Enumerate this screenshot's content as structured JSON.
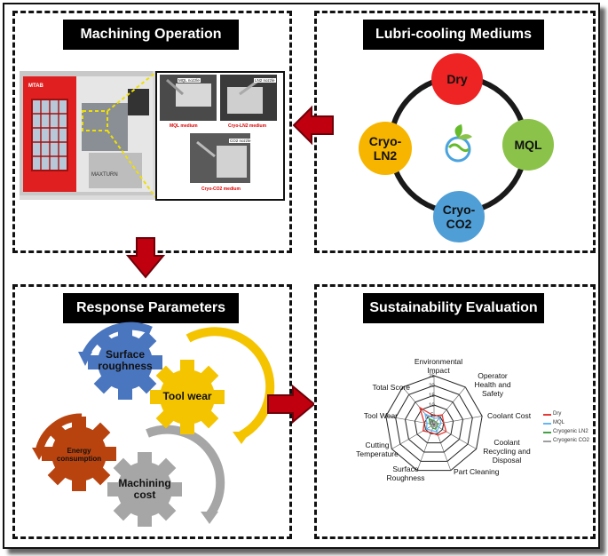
{
  "panels": {
    "machining": {
      "title": "Machining Operation"
    },
    "lubri": {
      "title": "Lubri-cooling Mediums"
    },
    "response": {
      "title": "Response Parameters"
    },
    "sustain": {
      "title": "Sustainability Evaluation"
    }
  },
  "machine_photo": {
    "brand_text": "MTAB",
    "model_text": "MAXTURN",
    "tags": {
      "mql_nozzle": "MQL nozzle",
      "ln2_nozzle": "LN2 nozzle",
      "co2_nozzle": "CO2 nozzle"
    },
    "captions": {
      "mql": "MQL medium",
      "ln2": "Cryo-LN2 medium",
      "co2": "Cryo-CO2 medium"
    }
  },
  "mediums": {
    "dry": {
      "label": "Dry",
      "color": "#ee2323"
    },
    "mql": {
      "label": "MQL",
      "color": "#8bc34a"
    },
    "ln2": {
      "label": "Cryo-\nLN2",
      "color": "#f7b500"
    },
    "co2": {
      "label": "Cryo-\nCO2",
      "color": "#4f9ed6"
    }
  },
  "gears": {
    "surface": {
      "label": "Surface roughness",
      "color": "#4a76c0"
    },
    "toolwear": {
      "label": "Tool wear",
      "color": "#f5c400"
    },
    "energy": {
      "label": "Energy consumption",
      "color": "#b8430f"
    },
    "cost": {
      "label": "Machining cost",
      "color": "#a6a6a6"
    }
  },
  "radar": {
    "axes": {
      "env": "Environmental Impact",
      "operator": "Operator Health and Safety",
      "coolant_cost": "Coolant Cost",
      "recycling": "Coolant Recycling and Disposal",
      "cleaning": "Part Cleaning",
      "roughness": "Surface Roughness",
      "temp": "Cutting Temperature",
      "toolwear": "Tool Wear",
      "total": "Total Score"
    },
    "ticks": [
      "25",
      "20",
      "15",
      "10",
      "5",
      "0"
    ],
    "legend": {
      "dry": {
        "label": "Dry",
        "color": "#e53935"
      },
      "mql": {
        "label": "MQL",
        "color": "#64b5f6"
      },
      "ln2": {
        "label": "Cryogenic LN2",
        "color": "#43a047"
      },
      "co2": {
        "label": "Cryogenic CO2",
        "color": "#9e9e9e"
      }
    }
  },
  "colors": {
    "arrow": "#c0000f",
    "arrow_dark": "#6e0008",
    "ring": "#1a1a1a",
    "leaf": "#66bb2c",
    "globe": "#4aa3df"
  }
}
